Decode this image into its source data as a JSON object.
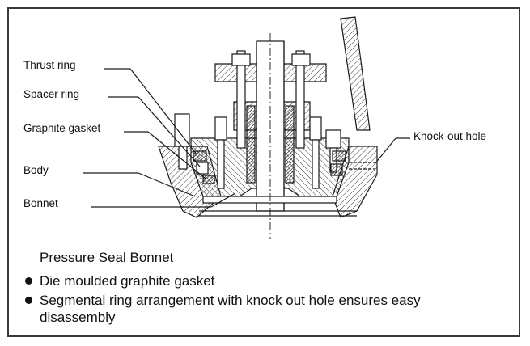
{
  "labels": {
    "thrust_ring": "Thrust ring",
    "spacer_ring": "Spacer ring",
    "graphite_gasket": "Graphite gasket",
    "body": "Body",
    "bonnet": "Bonnet",
    "knock_out_hole": "Knock-out hole"
  },
  "caption": "Pressure Seal Bonnet",
  "features": [
    "Die moulded graphite gasket",
    "Segmental ring arrangement with knock out hole ensures easy disassembly"
  ],
  "colors": {
    "line": "#1a1a1a",
    "frame": "#3a3a3a"
  }
}
